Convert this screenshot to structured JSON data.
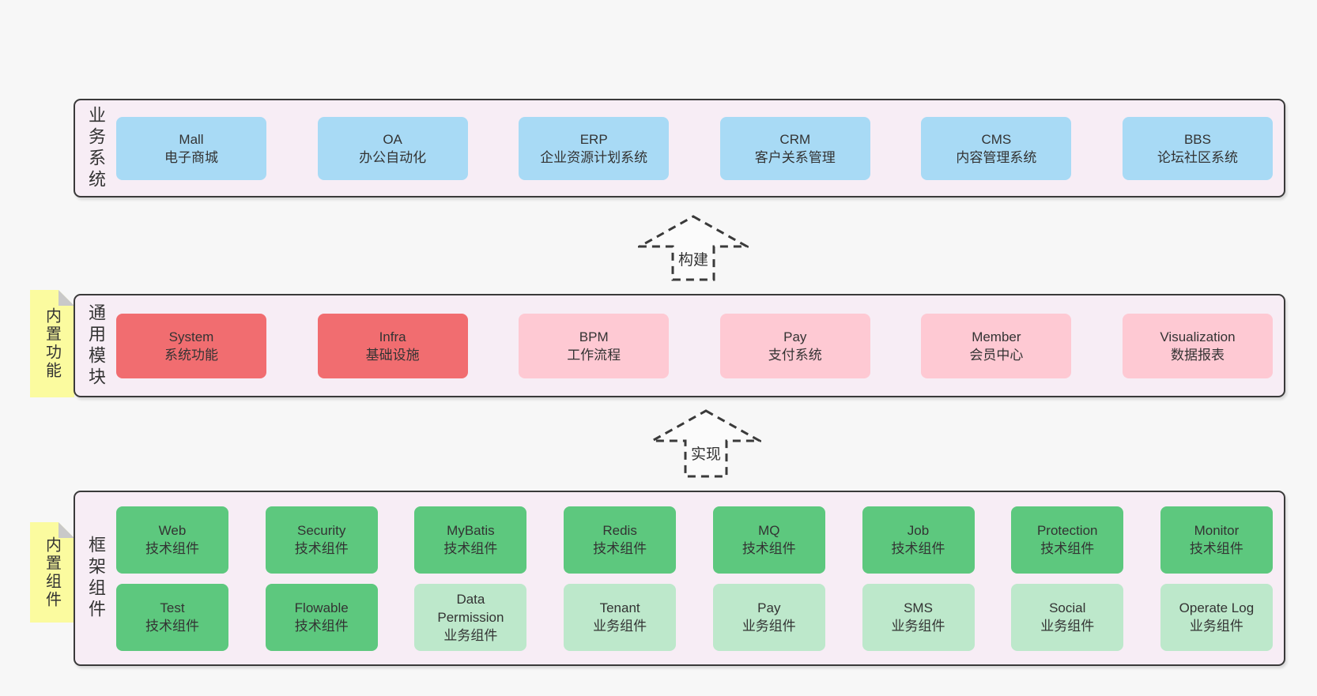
{
  "colors": {
    "page-bg": "#f7f7f7",
    "band-bg": "#f7edf5",
    "border": "#3a3a3a",
    "text": "#333333",
    "blue": "#a8daf5",
    "red": "#f16d70",
    "pink": "#fec9d3",
    "green": "#5dc87e",
    "lightgreen": "#bde8cb",
    "yellow": "#fbfb9f",
    "fold": "#c9c9c9",
    "arrow-fill": "#fbfbfb"
  },
  "layers": {
    "business": {
      "side_label": "业务系统",
      "items": [
        {
          "name": "Mall",
          "desc": "电子商城"
        },
        {
          "name": "OA",
          "desc": "办公自动化"
        },
        {
          "name": "ERP",
          "desc": "企业资源计划系统"
        },
        {
          "name": "CRM",
          "desc": "客户关系管理"
        },
        {
          "name": "CMS",
          "desc": "内容管理系统"
        },
        {
          "name": "BBS",
          "desc": "论坛社区系统"
        }
      ]
    },
    "modules": {
      "side_label": "通用模块",
      "tab_label": "内置功能",
      "items": [
        {
          "name": "System",
          "desc": "系统功能"
        },
        {
          "name": "Infra",
          "desc": "基础设施"
        },
        {
          "name": "BPM",
          "desc": "工作流程"
        },
        {
          "name": "Pay",
          "desc": "支付系统"
        },
        {
          "name": "Member",
          "desc": "会员中心"
        },
        {
          "name": "Visualization",
          "desc": "数据报表"
        }
      ]
    },
    "components": {
      "side_label": "框架组件",
      "tab_label": "内置组件",
      "row1": [
        {
          "name": "Web",
          "desc": "技术组件"
        },
        {
          "name": "Security",
          "desc": "技术组件"
        },
        {
          "name": "MyBatis",
          "desc": "技术组件"
        },
        {
          "name": "Redis",
          "desc": "技术组件"
        },
        {
          "name": "MQ",
          "desc": "技术组件"
        },
        {
          "name": "Job",
          "desc": "技术组件"
        },
        {
          "name": "Protection",
          "desc": "技术组件"
        },
        {
          "name": "Monitor",
          "desc": "技术组件"
        }
      ],
      "row2": [
        {
          "name": "Test",
          "desc": "技术组件"
        },
        {
          "name": "Flowable",
          "desc": "技术组件"
        },
        {
          "name": "Data Permission",
          "desc": "业务组件"
        },
        {
          "name": "Tenant",
          "desc": "业务组件"
        },
        {
          "name": "Pay",
          "desc": "业务组件"
        },
        {
          "name": "SMS",
          "desc": "业务组件"
        },
        {
          "name": "Social",
          "desc": "业务组件"
        },
        {
          "name": "Operate Log",
          "desc": "业务组件"
        }
      ]
    }
  },
  "arrows": {
    "build": "构建",
    "implement": "实现"
  }
}
